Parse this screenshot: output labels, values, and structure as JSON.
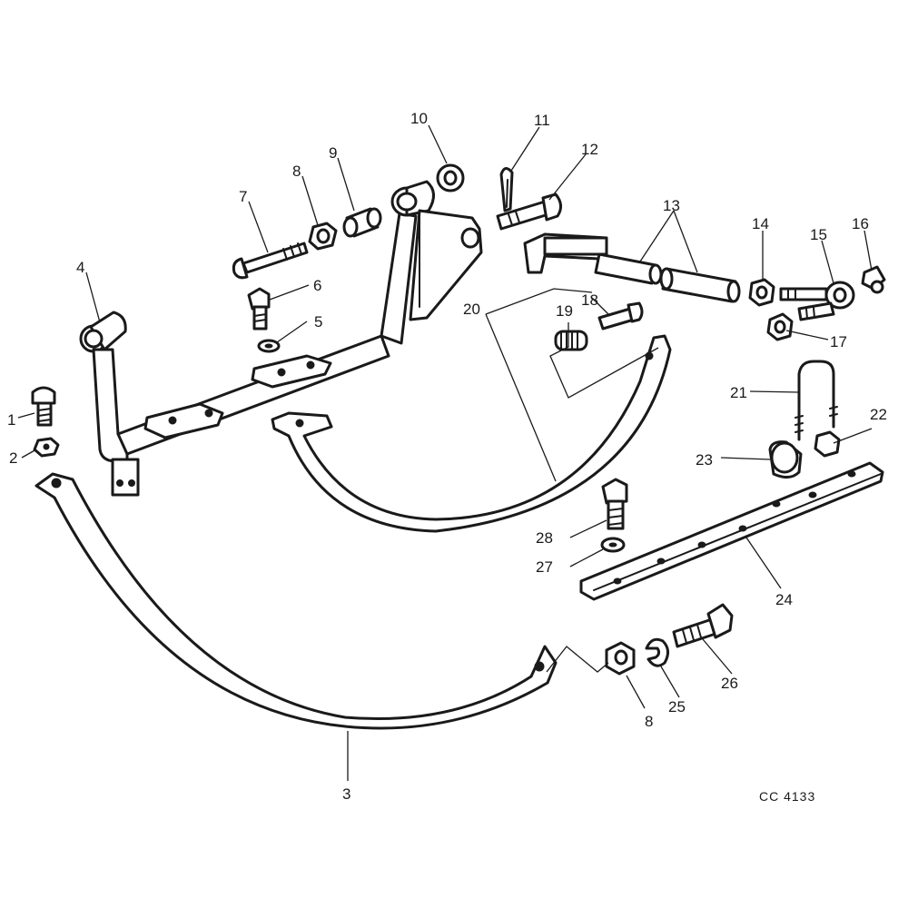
{
  "callouts": {
    "c1": "1",
    "c2": "2",
    "c3": "3",
    "c4": "4",
    "c5": "5",
    "c6": "6",
    "c7": "7",
    "c8a": "8",
    "c8b": "8",
    "c9": "9",
    "c10": "10",
    "c11": "11",
    "c12": "12",
    "c13": "13",
    "c14": "14",
    "c15": "15",
    "c16": "16",
    "c17": "17",
    "c18": "18",
    "c19": "19",
    "c20": "20",
    "c21": "21",
    "c22": "22",
    "c23": "23",
    "c24": "24",
    "c25": "25",
    "c26": "26",
    "c27": "27",
    "c28": "28"
  },
  "drawing_code": "CC  4133"
}
